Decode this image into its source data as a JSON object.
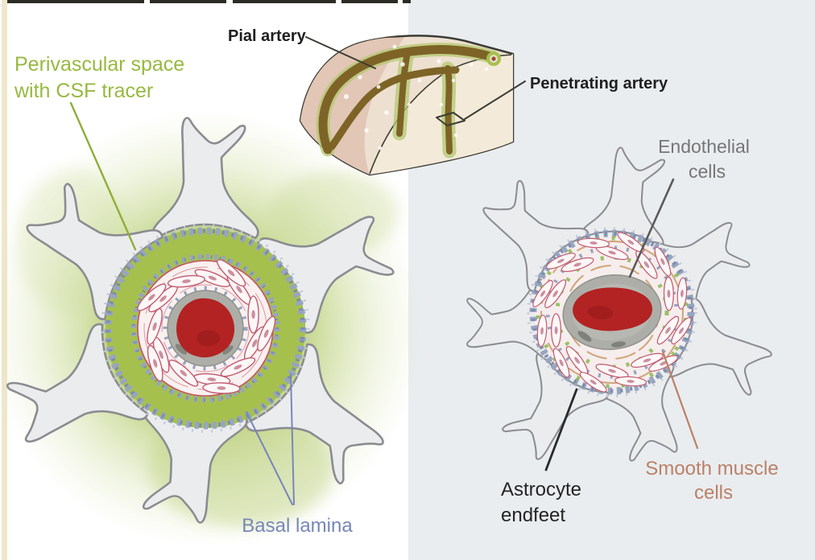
{
  "figure": {
    "description": "Diagram of perivascular (Virchow-Robin) space around a penetrating brain artery: left cross-section with CSF tracer, top brain-tissue block with pial and penetrating arteries, right cross-section with cell-type labels",
    "labels": {
      "perivascular_line1": "Perivascular space",
      "perivascular_line2": "with CSF tracer",
      "pial": "Pial artery",
      "penetrating": "Penetrating artery",
      "endothelial_line1": "Endothelial",
      "endothelial_line2": "cells",
      "astrocyte_line1": "Astrocyte",
      "astrocyte_line2": "endfeet",
      "smooth_line1": "Smooth muscle",
      "smooth_line2": "cells",
      "basal": "Basal lamina"
    },
    "colors": {
      "perivascular_text": "#97b93f",
      "dark_label": "#1f1f1f",
      "endothelial_text": "#767676",
      "astrocyte_text": "#242424",
      "smooth_text": "#bc8066",
      "basal_text": "#7787b9",
      "csf_green": "#a6c04e",
      "glow_green": "#b5cc6e",
      "lumen_red": "#b32323",
      "endothelium_gray": "#adaea8",
      "artery_brown": "#7d6426",
      "artery_halo": "#b5c873",
      "basal_lamina_blue": "#97a5c0",
      "muscle_pink": "#c25b70",
      "endfoot_fill": "#ebecee",
      "endfoot_stroke": "#8b8b90",
      "tissue_front": "#f4ead9",
      "tissue_curve": "#eee0d0",
      "tissue_side": "#e2c6b6",
      "left_panel_bg": "#ffffff",
      "right_panel_bg": "#e9edf0",
      "edge_stripe": "#efe7cb",
      "leader_dark": "#3c3c35",
      "leader_olive": "#8fae3a",
      "leader_blue": "#7787b9",
      "leader_salmon": "#bd8064",
      "leader_gray": "#5a5a5a",
      "leader_black": "#2a2a2a"
    }
  }
}
